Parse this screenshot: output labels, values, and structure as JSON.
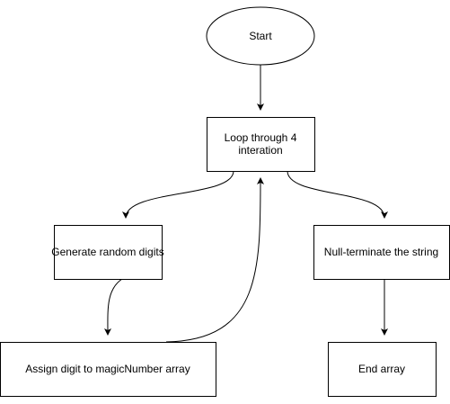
{
  "diagram": {
    "stroke_color": "#000000",
    "fill_color": "#ffffff",
    "nodes": [
      {
        "id": "start",
        "shape": "ellipse",
        "lines": [
          "Start"
        ]
      },
      {
        "id": "loop",
        "shape": "rect",
        "lines": [
          "Loop through 4",
          "interation"
        ]
      },
      {
        "id": "generate",
        "shape": "rect",
        "lines": [
          "Generate random digits"
        ]
      },
      {
        "id": "null_term",
        "shape": "rect",
        "lines": [
          "Null-terminate the string"
        ]
      },
      {
        "id": "assign",
        "shape": "rect",
        "lines": [
          "Assign digit to magicNumber array"
        ]
      },
      {
        "id": "end",
        "shape": "rect",
        "lines": [
          "End array"
        ]
      }
    ],
    "edges": [
      {
        "from": "start",
        "to": "loop"
      },
      {
        "from": "loop",
        "to": "generate"
      },
      {
        "from": "loop",
        "to": "null_term"
      },
      {
        "from": "generate",
        "to": "assign"
      },
      {
        "from": "assign",
        "to": "loop"
      },
      {
        "from": "null_term",
        "to": "end"
      }
    ]
  }
}
